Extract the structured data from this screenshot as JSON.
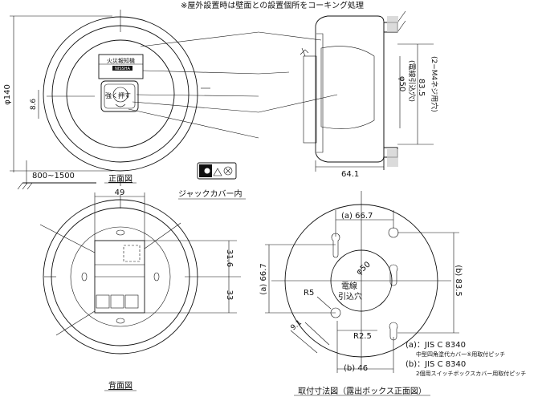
{
  "header": {
    "note": "※屋外設置時は壁面との設置個所をコーキング処理"
  },
  "front_view": {
    "caption": "正面図",
    "label_title": "火災報知機",
    "label_brand": "NISSHA",
    "button_left": "強く",
    "button_right": "押す",
    "dim_diameter": "φ140",
    "dim_offset": "8.6",
    "dim_height": "800~1500"
  },
  "jack_cover": {
    "caption": "ジャックカバー内"
  },
  "side_view": {
    "dim_hole": "φ50",
    "dim_hole_note": "(電線引込穴)",
    "dim_pitch": "83.5",
    "dim_screw": "(2−M4ネジ用穴)",
    "dim_depth": "64.1"
  },
  "back_view": {
    "caption": "背面図",
    "dim_width": "49",
    "dim_upper": "31.6",
    "dim_lower": "33"
  },
  "mount_view": {
    "caption": "取付寸法図（露出ボックス正面図）",
    "dim_a_top": "(a) 66.7",
    "dim_a_left": "(a) 66.7",
    "dim_b_right": "(b) 83.5",
    "dim_b_bottom": "(b) 46",
    "dim_hole": "φ50",
    "hole_label_1": "電線",
    "hole_label_2": "引込穴",
    "dim_r5": "R5",
    "dim_r25": "R2.5",
    "dim_91": "9.1"
  },
  "legend": {
    "a_line": "(a)：JIS C 8340",
    "a_desc": "中型四角塗代カバー⑤用取付ピッチ",
    "b_line": "(b)：JIS C 8340",
    "b_desc": "2個用スイッチボックスカバー用取付ピッチ"
  }
}
